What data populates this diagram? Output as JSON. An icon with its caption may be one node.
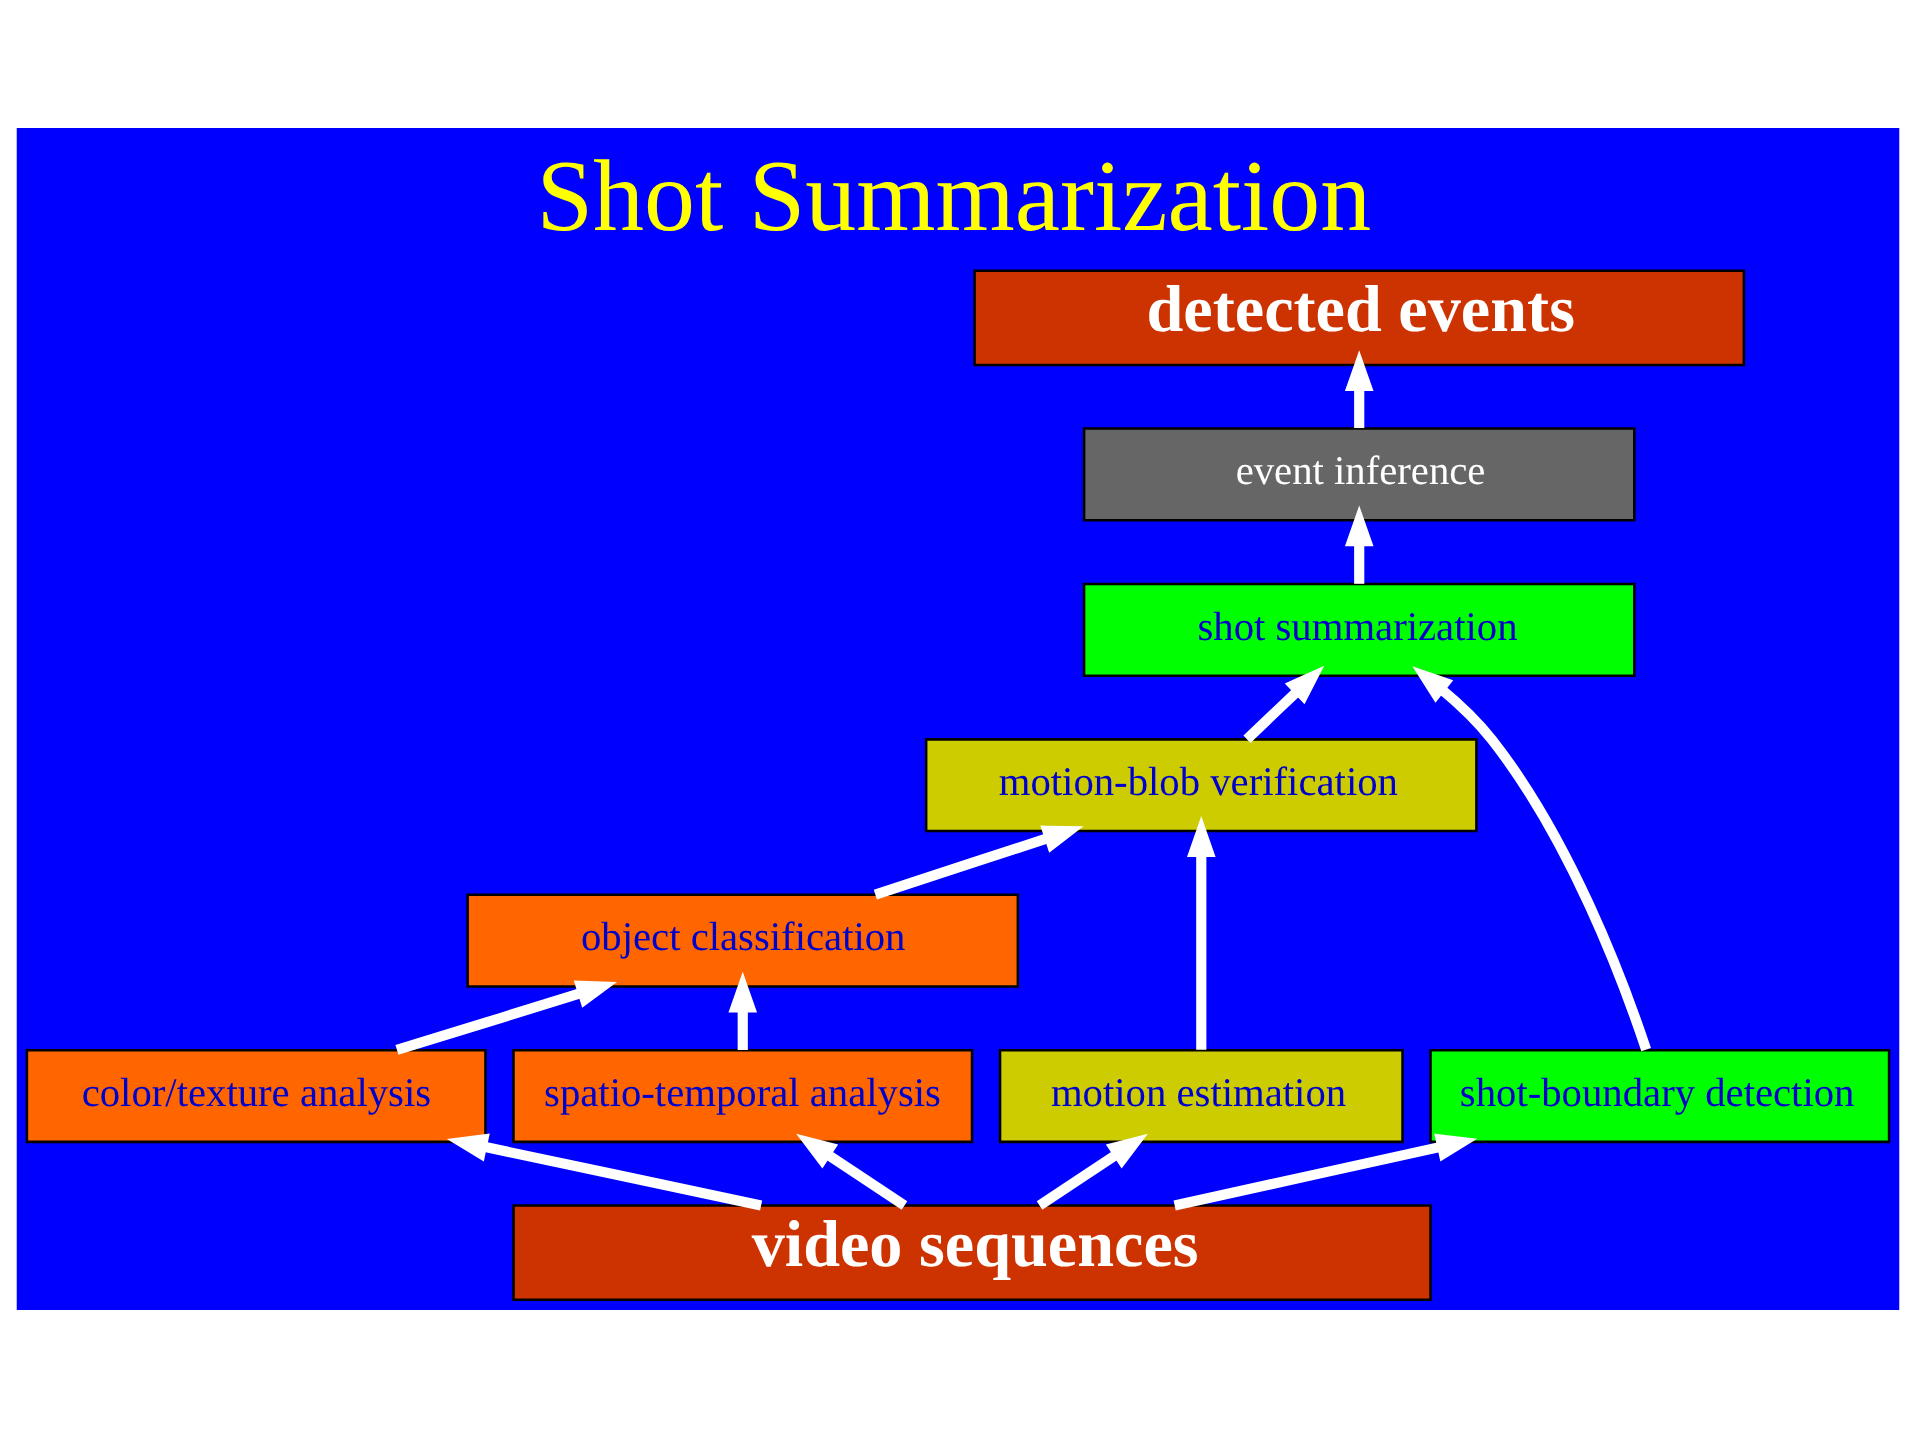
{
  "diagram": {
    "title": "Shot Summarization",
    "nodes": [
      {
        "text": [
          "detected events"
        ]
      },
      {
        "text": [
          "event inference"
        ]
      },
      {
        "text": [
          "shot summarization"
        ]
      },
      {
        "text": [
          "motion-blob verification"
        ]
      },
      {
        "text": [
          "object classification"
        ]
      },
      {
        "text": [
          "color/texture analysis"
        ]
      },
      {
        "text": [
          "spatio-temporal analysis"
        ]
      },
      {
        "text": [
          "motion estimation"
        ]
      },
      {
        "text": [
          "shot-boundary detection"
        ]
      },
      {
        "text": [
          "video sequences"
        ]
      }
    ],
    "edges": [
      {
        "from": 9,
        "to": 5,
        "arrow": "to"
      },
      {
        "from": 9,
        "to": 6,
        "arrow": "to"
      },
      {
        "from": 9,
        "to": 7,
        "arrow": "to"
      },
      {
        "from": 9,
        "to": 8,
        "arrow": "to"
      },
      {
        "from": 5,
        "to": 4,
        "arrow": "to"
      },
      {
        "from": 6,
        "to": 4,
        "arrow": "to"
      },
      {
        "from": 4,
        "to": 3,
        "arrow": "to"
      },
      {
        "from": 7,
        "to": 3,
        "arrow": "to"
      },
      {
        "from": 3,
        "to": 2,
        "arrow": "to"
      },
      {
        "from": 8,
        "to": 2,
        "arrow": "to"
      },
      {
        "from": 2,
        "to": 1,
        "arrow": "to"
      },
      {
        "from": 1,
        "to": 0,
        "arrow": "to"
      }
    ]
  }
}
